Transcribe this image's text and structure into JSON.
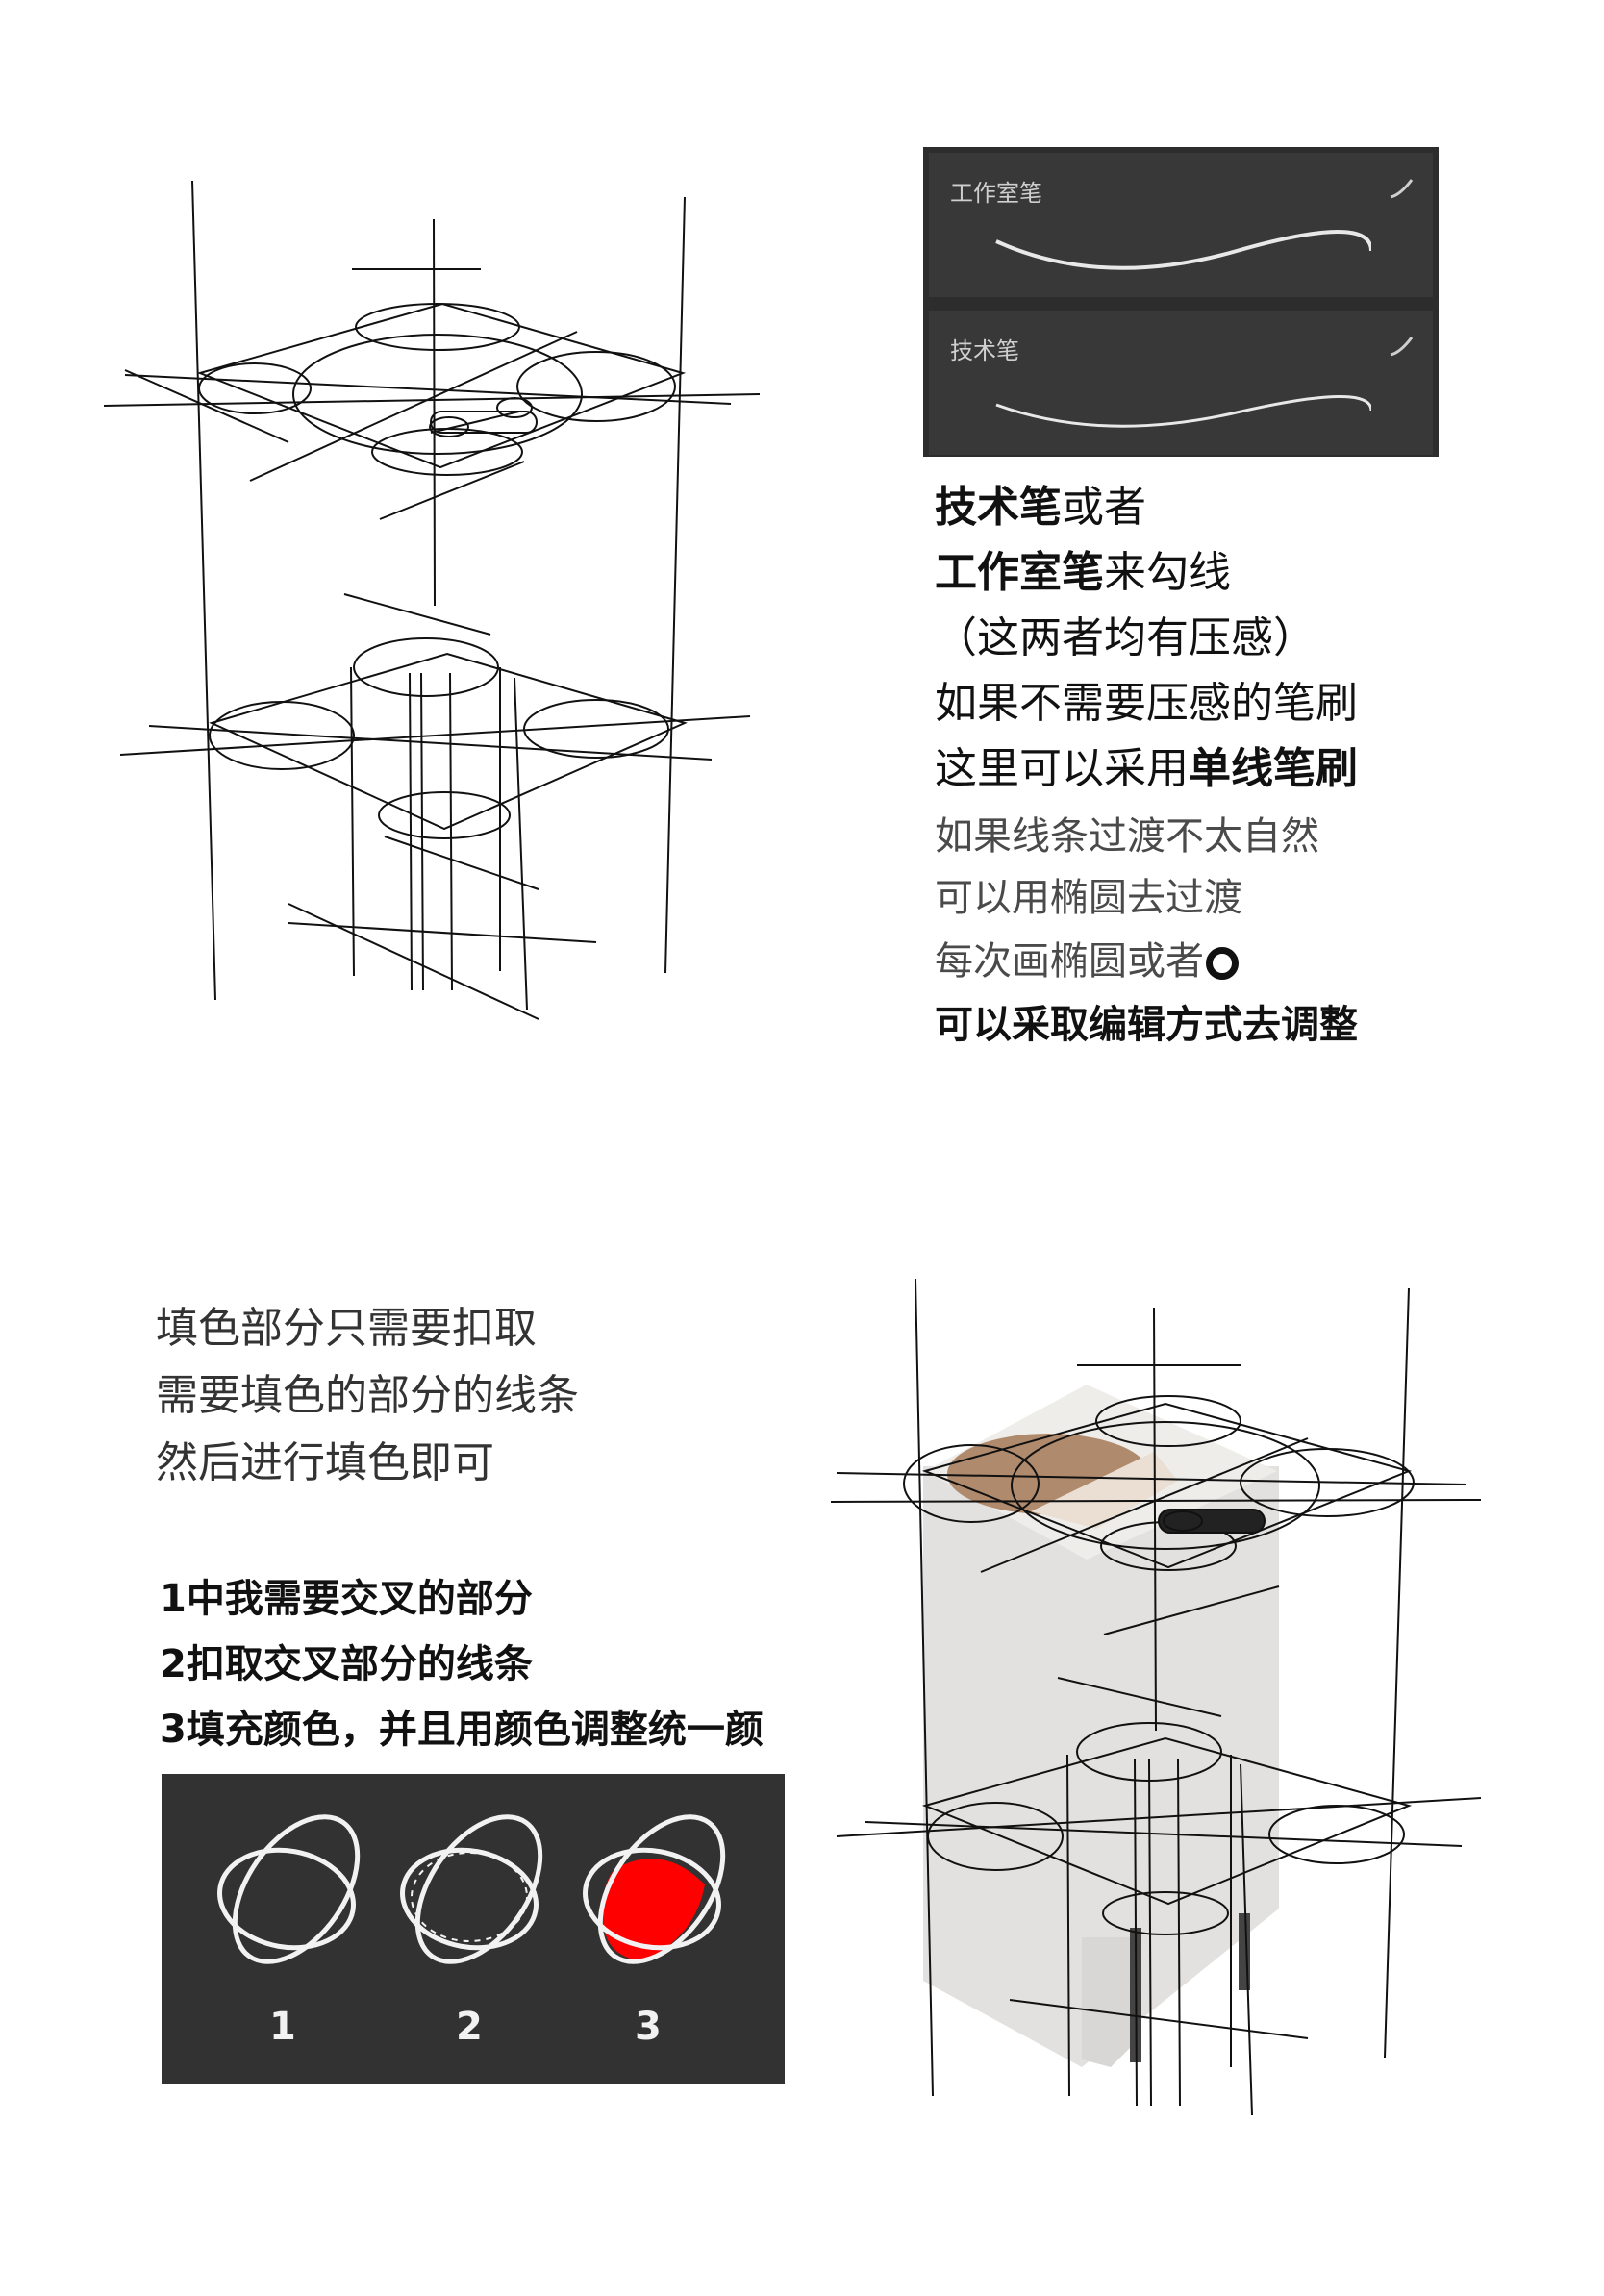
{
  "brush_panel": {
    "brushes": [
      {
        "name": "工作室笔"
      },
      {
        "name": "技术笔"
      }
    ]
  },
  "notes": {
    "line1_bold": "技术笔",
    "line1_rest": "或者",
    "line2_bold": "工作室笔",
    "line2_rest": "来勾线",
    "line3": "（这两者均有压感）",
    "line4": "如果不需要压感的笔刷",
    "line5_rest": "这里可以采用",
    "line5_bold": "单线笔刷",
    "line6": "如果线条过渡不太自然",
    "line7": "可以用椭圆去过渡",
    "line8": "每次画椭圆或者",
    "line9": "可以采取编辑方式去调整"
  },
  "fill_notes": {
    "line1": "填色部分只需要扣取",
    "line2": "需要填色的部分的线条",
    "line3": "然后进行填色即可"
  },
  "steps": [
    "1中我需要交叉的部分",
    "2扣取交叉部分的线条",
    "3填充颜色，并且用颜色调整统一颜"
  ],
  "demo_labels": [
    "1",
    "2",
    "3"
  ],
  "colors": {
    "panel_bg": "#2d2d2d",
    "fill_red": "#ff0000",
    "fill_brown": "#b08a6c",
    "fill_grey": "#e2e1df"
  }
}
